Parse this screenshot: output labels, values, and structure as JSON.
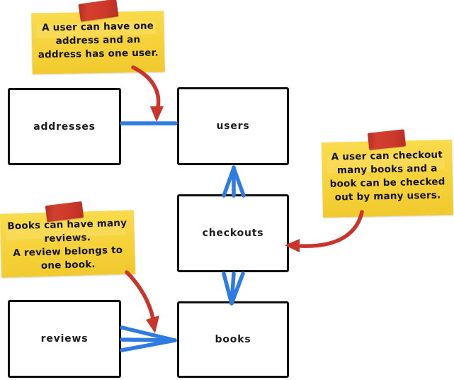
{
  "diagram": {
    "entities": [
      {
        "id": "addresses",
        "label": "addresses"
      },
      {
        "id": "users",
        "label": "users"
      },
      {
        "id": "checkouts",
        "label": "checkouts"
      },
      {
        "id": "reviews",
        "label": "reviews"
      },
      {
        "id": "books",
        "label": "books"
      }
    ],
    "notes": [
      {
        "id": "user-address-note",
        "lines": [
          "A user can have one",
          "address and an",
          "address has one user."
        ]
      },
      {
        "id": "user-book-checkout-note",
        "lines": [
          "A user can checkout",
          "many books and a",
          "book can be checked",
          "out by many users."
        ]
      },
      {
        "id": "book-review-note",
        "lines": [
          "Books can have many",
          "reviews.",
          "A review belongs to",
          "one book."
        ]
      }
    ],
    "relationships": [
      {
        "from": "addresses",
        "to": "users",
        "cardinality": "one-to-one"
      },
      {
        "from": "users",
        "to": "checkouts",
        "cardinality": "one-to-many"
      },
      {
        "from": "checkouts",
        "to": "books",
        "cardinality": "many-to-one"
      },
      {
        "from": "reviews",
        "to": "books",
        "cardinality": "many-to-one"
      }
    ],
    "colors": {
      "connector_blue": "#2e7ce2",
      "arrow_red": "#c9342b",
      "note_yellow": "#f6d23a",
      "tape_red": "#cb372a",
      "entity_border": "#101010"
    }
  }
}
